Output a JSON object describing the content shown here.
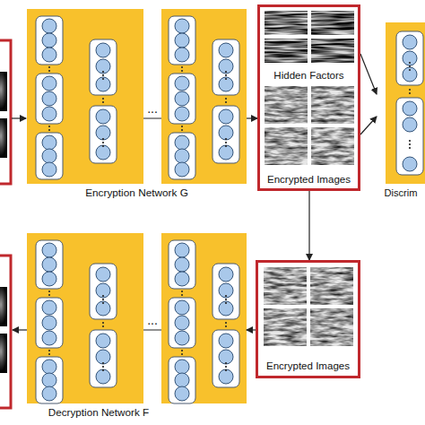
{
  "diagram": {
    "nodes": [
      {
        "text": [
          "Encryption Network G"
        ]
      },
      {
        "text": [
          "Hidden Factors",
          "Encrypted Images"
        ]
      },
      {
        "text": [
          "Discrim"
        ]
      },
      {
        "text": [
          "Encrypted Images"
        ]
      },
      {
        "text": [
          "Decryption Network F"
        ]
      }
    ],
    "edges": [
      {
        "from": 0,
        "to": 1,
        "arrow": "to"
      },
      {
        "from": 1,
        "to": 2,
        "arrow": "to"
      },
      {
        "from": 1,
        "to": 2,
        "arrow": "to"
      },
      {
        "from": 1,
        "to": 3,
        "arrow": "to"
      },
      {
        "from": 3,
        "to": 4,
        "arrow": "to"
      }
    ],
    "labels": [
      "...",
      "..."
    ]
  }
}
